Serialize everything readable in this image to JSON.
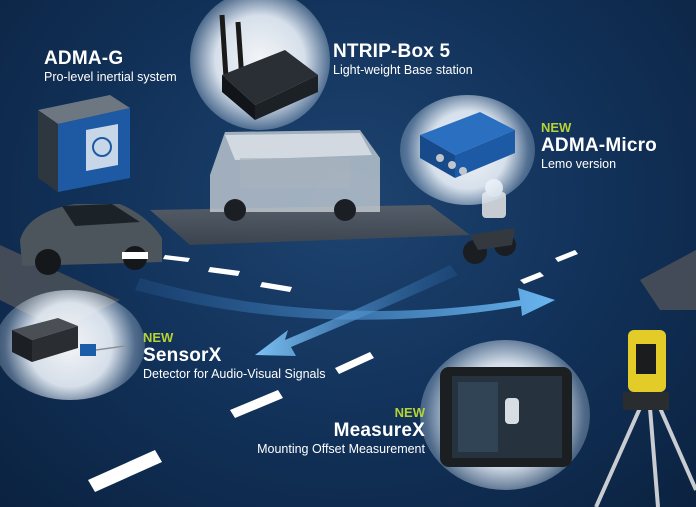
{
  "products": {
    "adma_g": {
      "title": "ADMA-G",
      "subtitle": "Pro-level inertial system"
    },
    "ntrip": {
      "title": "NTRIP-Box 5",
      "subtitle": "Light-weight Base station"
    },
    "adma_micro": {
      "badge": "NEW",
      "title": "ADMA-Micro",
      "subtitle": "Lemo version"
    },
    "sensorx": {
      "badge": "NEW",
      "title": "SensorX",
      "subtitle": "Detector for Audio-Visual Signals"
    },
    "measurex": {
      "badge": "NEW",
      "title": "MeasureX",
      "subtitle": "Mounting Offset Measurement"
    }
  },
  "colors": {
    "background": "#12325a",
    "accent_new": "#b5d334",
    "arrow": "#5aa6e6",
    "road": "#4a5058"
  }
}
